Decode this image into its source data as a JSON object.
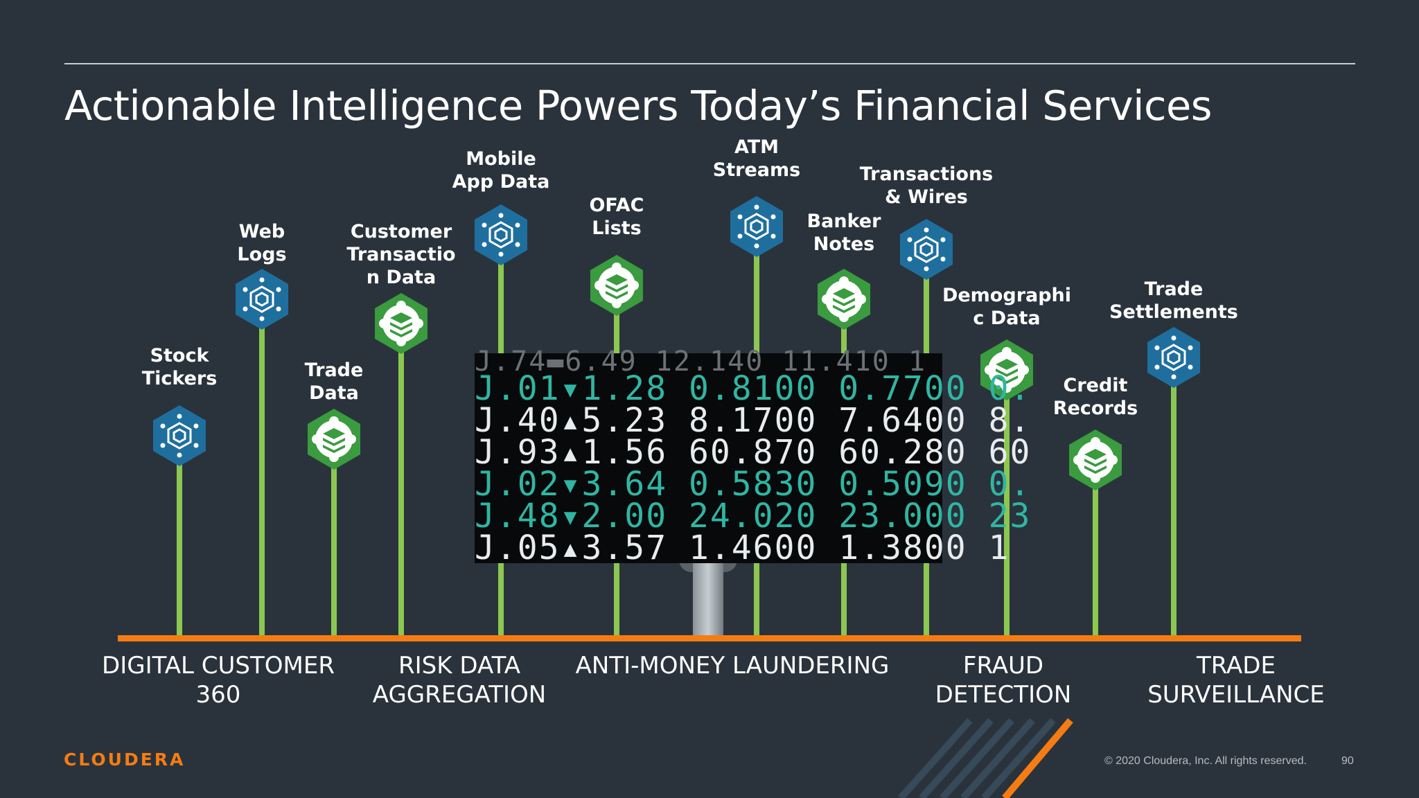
{
  "slide": {
    "title": "Actionable Intelligence Powers Today’s Financial Services",
    "logo": "CLOUDERA",
    "copyright": "© 2020 Cloudera, Inc. All rights reserved.",
    "page_number": "90"
  },
  "colors": {
    "background": "#2a333c",
    "accent_orange": "#f57c13",
    "pole_green": "#8cc751",
    "icon_blue": "#1f6f9e",
    "icon_green": "#3a9b3f"
  },
  "sources": [
    {
      "label_line1": "Stock",
      "label_line2": "Tickers",
      "label_line3": "",
      "icon": "cluster-node-icon"
    },
    {
      "label_line1": "Web",
      "label_line2": "Logs",
      "label_line3": "",
      "icon": "cluster-node-icon"
    },
    {
      "label_line1": "Trade",
      "label_line2": "Data",
      "label_line3": "",
      "icon": "data-stack-icon"
    },
    {
      "label_line1": "Customer",
      "label_line2": "Transactio",
      "label_line3": "n Data",
      "icon": "data-stack-icon"
    },
    {
      "label_line1": "Mobile",
      "label_line2": "App Data",
      "label_line3": "",
      "icon": "cluster-node-icon"
    },
    {
      "label_line1": "OFAC",
      "label_line2": "Lists",
      "label_line3": "",
      "icon": "data-stack-icon"
    },
    {
      "label_line1": "ATM",
      "label_line2": "Streams",
      "label_line3": "",
      "icon": "cluster-node-icon"
    },
    {
      "label_line1": "Banker",
      "label_line2": "Notes",
      "label_line3": "",
      "icon": "data-stack-icon"
    },
    {
      "label_line1": "Transactions",
      "label_line2": "& Wires",
      "label_line3": "",
      "icon": "cluster-node-icon"
    },
    {
      "label_line1": "Demographi",
      "label_line2": "c Data",
      "label_line3": "",
      "icon": "data-stack-icon"
    },
    {
      "label_line1": "Credit",
      "label_line2": "Records",
      "label_line3": "",
      "icon": "data-stack-icon"
    },
    {
      "label_line1": "Trade",
      "label_line2": "Settlements",
      "label_line3": "",
      "icon": "cluster-node-icon"
    }
  ],
  "categories": [
    {
      "line1": "DIGITAL CUSTOMER",
      "line2": "360"
    },
    {
      "line1": "RISK DATA",
      "line2": "AGGREGATION"
    },
    {
      "line1": "ANTI-MONEY LAUNDERING",
      "line2": ""
    },
    {
      "line1": "FRAUD",
      "line2": "DETECTION"
    },
    {
      "line1": "TRADE",
      "line2": "SURVEILLANCE"
    }
  ],
  "ticker_board": {
    "rows": [
      {
        "text": "J.74▬6.49 12.140 11.410 1",
        "style": "dim"
      },
      {
        "text": "J.01▾1.28 0.8100 0.7700 0.",
        "style": "teal"
      },
      {
        "text": "J.40▴5.23 8.1700 7.6400 8.",
        "style": "white"
      },
      {
        "text": "J.93▴1.56 60.870 60.280 60",
        "style": "white"
      },
      {
        "text": "J.02▾3.64 0.5830 0.5090 0.",
        "style": "teal"
      },
      {
        "text": "J.48▾2.00 24.020 23.000 23",
        "style": "teal"
      },
      {
        "text": "J.05▴3.57 1.4600 1.3800 1",
        "style": "white"
      }
    ]
  }
}
